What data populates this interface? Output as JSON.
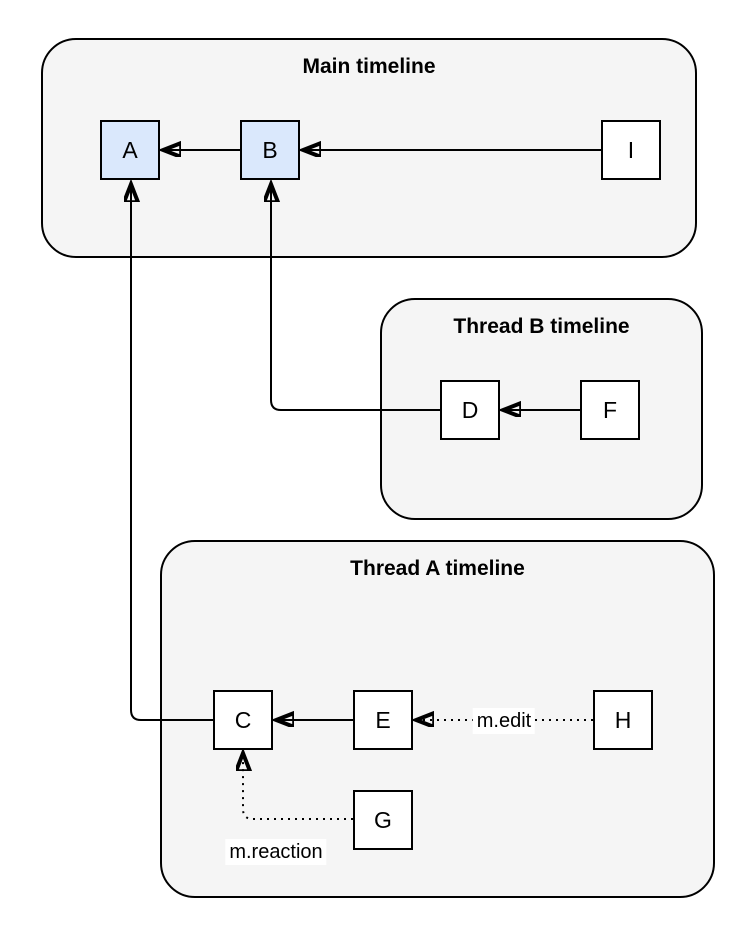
{
  "diagram": {
    "title_note": "Matrix threaded-timeline DAG diagram",
    "colors": {
      "container_fill": "#f5f5f5",
      "container_border": "#000000",
      "node_fill": "#ffffff",
      "node_fill_highlight": "#dae8fc",
      "node_border": "#000000",
      "edge_color": "#000000",
      "edge_label_background": "#ffffff"
    },
    "containers": [
      {
        "title": "Main timeline",
        "nodes": [
          "A",
          "B",
          "I"
        ]
      },
      {
        "title": "Thread B timeline",
        "nodes": [
          "D",
          "F"
        ]
      },
      {
        "title": "Thread A timeline",
        "nodes": [
          "C",
          "E",
          "H",
          "G"
        ]
      }
    ],
    "nodes": [
      {
        "label": "A",
        "highlighted": true
      },
      {
        "label": "B",
        "highlighted": true
      },
      {
        "label": "I",
        "highlighted": false
      },
      {
        "label": "D",
        "highlighted": false
      },
      {
        "label": "F",
        "highlighted": false
      },
      {
        "label": "C",
        "highlighted": false
      },
      {
        "label": "E",
        "highlighted": false
      },
      {
        "label": "H",
        "highlighted": false
      },
      {
        "label": "G",
        "highlighted": false
      }
    ],
    "edges": [
      {
        "from": "B",
        "to": "A",
        "style": "solid",
        "label": ""
      },
      {
        "from": "I",
        "to": "B",
        "style": "solid",
        "label": ""
      },
      {
        "from": "D",
        "to": "B",
        "style": "solid",
        "label": ""
      },
      {
        "from": "F",
        "to": "D",
        "style": "solid",
        "label": ""
      },
      {
        "from": "C",
        "to": "A",
        "style": "solid",
        "label": ""
      },
      {
        "from": "E",
        "to": "C",
        "style": "solid",
        "label": ""
      },
      {
        "from": "H",
        "to": "E",
        "style": "dotted",
        "label": "m.edit"
      },
      {
        "from": "G",
        "to": "C",
        "style": "dotted",
        "label": "m.reaction"
      }
    ]
  }
}
